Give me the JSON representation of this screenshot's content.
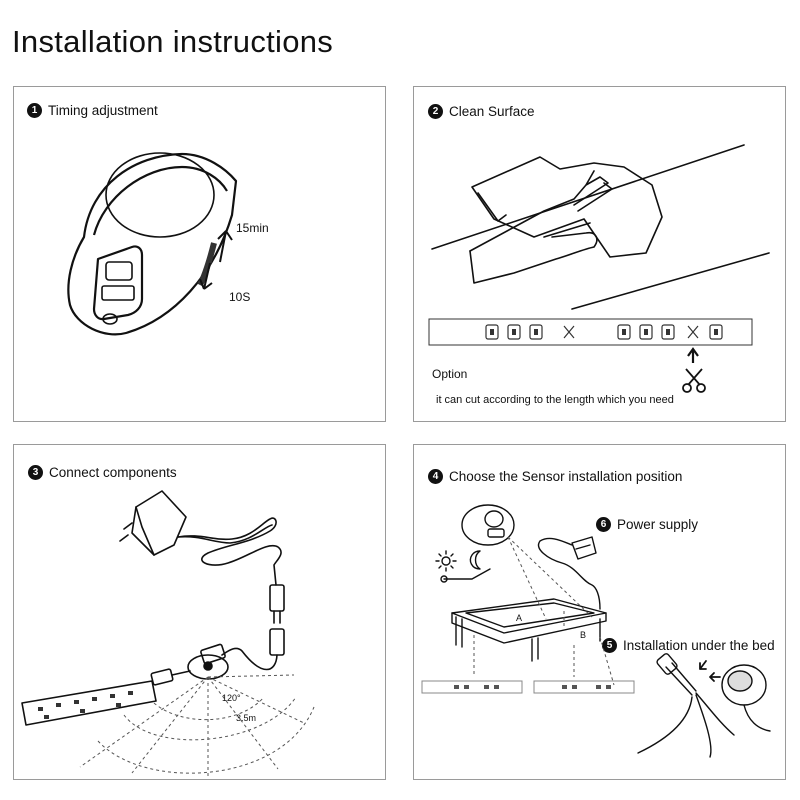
{
  "title": "Installation instructions",
  "panels": {
    "timing": {
      "number": "1",
      "heading": "Timing adjustment",
      "max_label": "15min",
      "min_label": "10S"
    },
    "clean": {
      "number": "2",
      "heading": "Clean Surface",
      "option_label": "Option",
      "cut_note": "it can cut according to the length which you need"
    },
    "connect": {
      "number": "3",
      "heading": "Connect components",
      "angle_label": "120°",
      "range_label": "3.5m"
    },
    "position": {
      "number": "4",
      "heading": "Choose the Sensor installation position",
      "point_a": "A",
      "point_b": "B",
      "power_number": "6",
      "power_heading": "Power supply",
      "under_bed_number": "5",
      "under_bed_heading": "Installation under the bed"
    }
  },
  "icons": {
    "sensor": "motion-sensor-icon",
    "hand": "cleaning-hand-icon",
    "scissors": "scissors-icon",
    "adapter": "power-adapter-icon",
    "bed": "bed-frame-icon"
  }
}
